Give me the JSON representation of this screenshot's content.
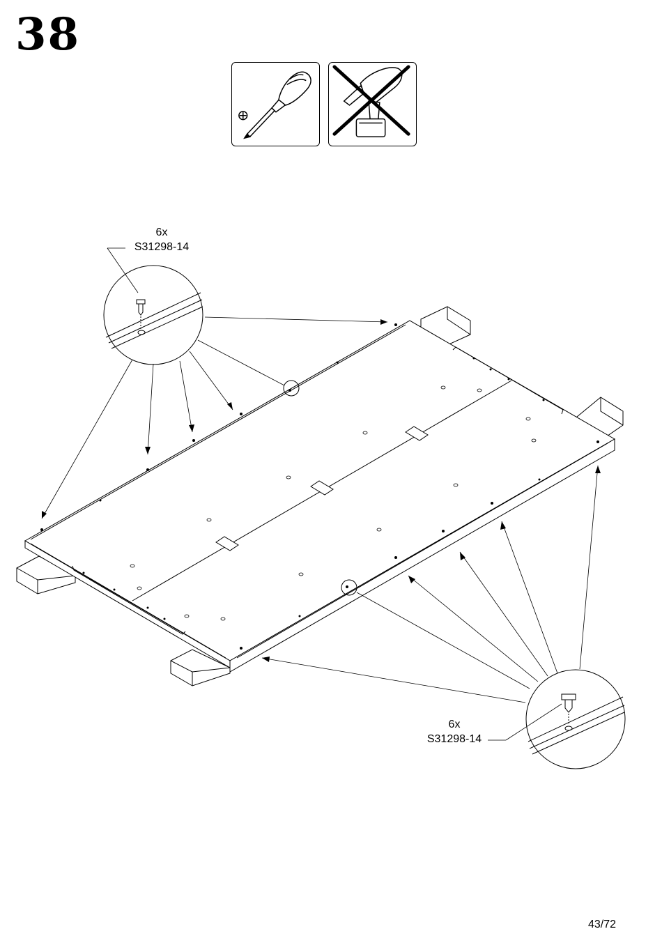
{
  "step": {
    "number": "38"
  },
  "tools": [
    {
      "name": "phillips-screwdriver",
      "allowed": true
    },
    {
      "name": "power-drill",
      "allowed": false
    }
  ],
  "callouts": [
    {
      "quantity": "6x",
      "part_code": "S31298-14"
    },
    {
      "quantity": "6x",
      "part_code": "S31298-14"
    }
  ],
  "footer": {
    "page": "43/72"
  }
}
